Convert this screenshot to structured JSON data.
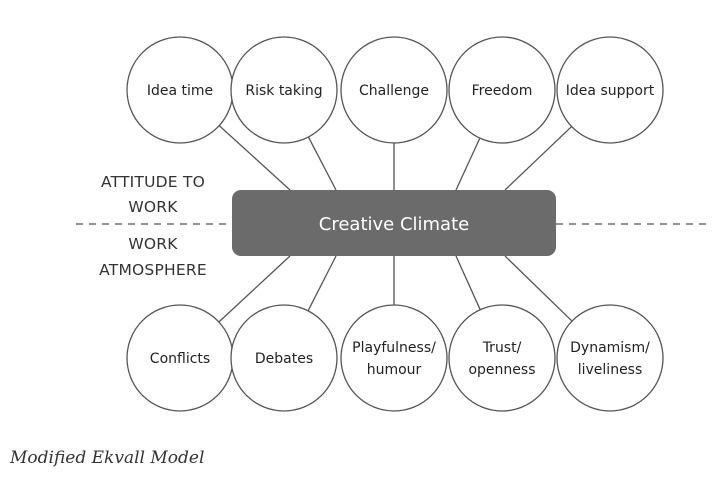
{
  "diagram": {
    "center_label": "Creative Climate",
    "attitude_label": {
      "line1": "ATTITUDE TO",
      "line2": "WORK"
    },
    "atmosphere_label": {
      "line1": "WORK",
      "line2": "ATMOSPHERE"
    },
    "top_nodes": [
      {
        "lines": [
          "Idea time"
        ]
      },
      {
        "lines": [
          "Risk taking"
        ]
      },
      {
        "lines": [
          "Challenge"
        ]
      },
      {
        "lines": [
          "Freedom"
        ]
      },
      {
        "lines": [
          "Idea support"
        ]
      }
    ],
    "bottom_nodes": [
      {
        "lines": [
          "Conflicts"
        ]
      },
      {
        "lines": [
          "Debates"
        ]
      },
      {
        "lines": [
          "Playfulness/",
          "humour"
        ]
      },
      {
        "lines": [
          "Trust/",
          "openness"
        ]
      },
      {
        "lines": [
          "Dynamism/",
          "liveliness"
        ]
      }
    ],
    "colors": {
      "center_box_fill": "#6b6b6c",
      "center_text": "#ffffff",
      "lines": "#555555"
    }
  },
  "caption": "Modified Ekvall Model"
}
